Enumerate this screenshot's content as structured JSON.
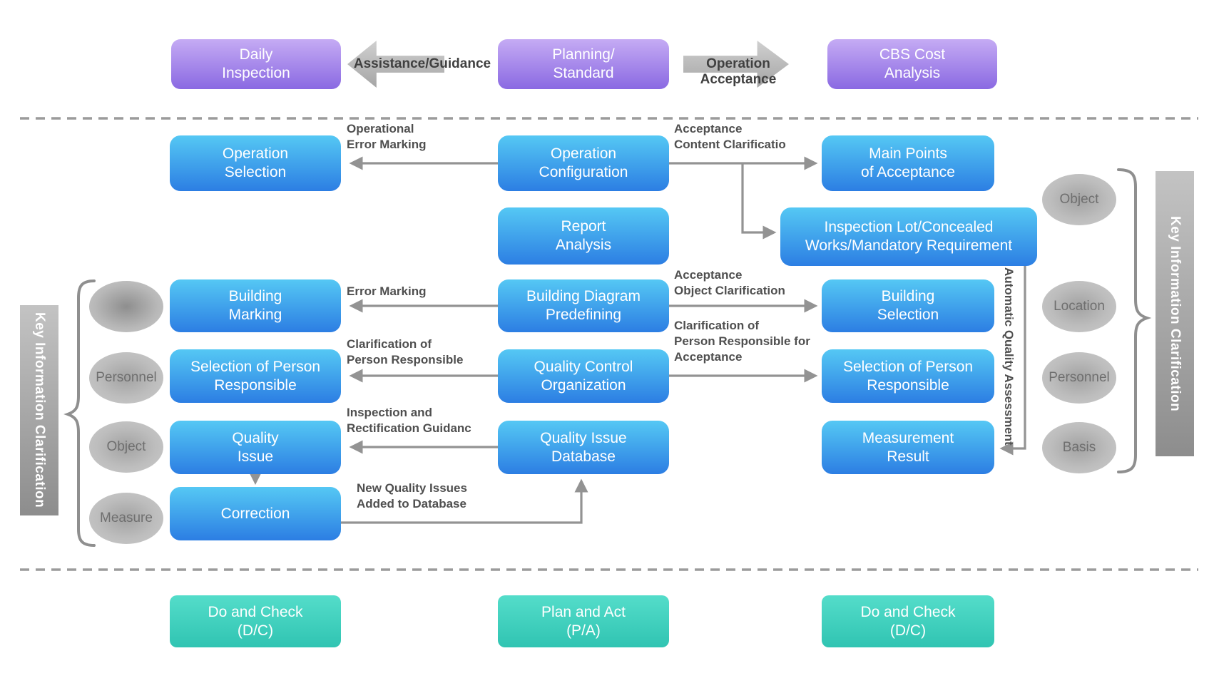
{
  "top_row": {
    "daily_inspection": "Daily\nInspection",
    "assistance_guidance": "Assistance/Guidance",
    "planning_standard": "Planning/\nStandard",
    "operation_acceptance": "Operation Acceptance",
    "cbs_cost_analysis": "CBS Cost\nAnalysis"
  },
  "process_columns": {
    "left": {
      "operation_selection": "Operation\nSelection",
      "building_marking": "Building\nMarking",
      "selection_person_responsible": "Selection of Person\nResponsible",
      "quality_issue": "Quality\nIssue",
      "correction": "Correction"
    },
    "middle": {
      "operation_configuration": "Operation\nConfiguration",
      "report_analysis": "Report\nAnalysis",
      "building_diagram_predefining": "Building Diagram\nPredefining",
      "quality_control_organization": "Quality Control\nOrganization",
      "quality_issue_database": "Quality Issue\nDatabase"
    },
    "right": {
      "main_points_acceptance": "Main Points\nof Acceptance",
      "inspection_lot": "Inspection Lot/Concealed\nWorks/Mandatory Requirement",
      "building_selection": "Building\nSelection",
      "selection_person_responsible": "Selection of Person\nResponsible",
      "measurement_result": "Measurement\nResult"
    }
  },
  "bottom_row": {
    "do_check_left": "Do and Check\n(D/C)",
    "plan_act": "Plan and Act\n(P/A)",
    "do_check_right": "Do and Check\n(D/C)"
  },
  "edge_labels": {
    "operational_error_marking": "Operational\nError Marking",
    "acceptance_content_clarification": "Acceptance\nContent Clarificatio",
    "error_marking": "Error Marking",
    "acceptance_object_clarification": "Acceptance\nObject Clarification",
    "clarification_person_responsible": "Clarification of\nPerson Responsible",
    "clarification_person_responsible_acceptance": "Clarification of\nPerson Responsible for\nAcceptance",
    "inspection_rectification_guidance": "Inspection and\nRectification Guidanc",
    "new_quality_issues": "New Quality Issues\nAdded to Database",
    "automatic_quality_assessment": "Automatic Quality Assessment"
  },
  "left_tags": {
    "blank": "",
    "personnel": "Personnel",
    "object": "Object",
    "measure": "Measure"
  },
  "right_tags": {
    "object": "Object",
    "location": "Location",
    "personnel": "Personnel",
    "basis": "Basis"
  },
  "side_bars": {
    "left_label": "Key Information Clarification",
    "right_label": "Key Information Clarification"
  },
  "colors": {
    "purple_top": "#c5abf4",
    "purple_bottom": "#8a69e2",
    "blue_top": "#55c8f4",
    "blue_bottom": "#2c7ee3",
    "teal_top": "#54ddca",
    "teal_bottom": "#30c4b2",
    "connector_gray": "#939393",
    "edge_label_gray": "#4f4f4f",
    "tag_fill": "#b5b5b5",
    "bar_gray": "#a3a3a3",
    "box_text": "#ffffff"
  }
}
